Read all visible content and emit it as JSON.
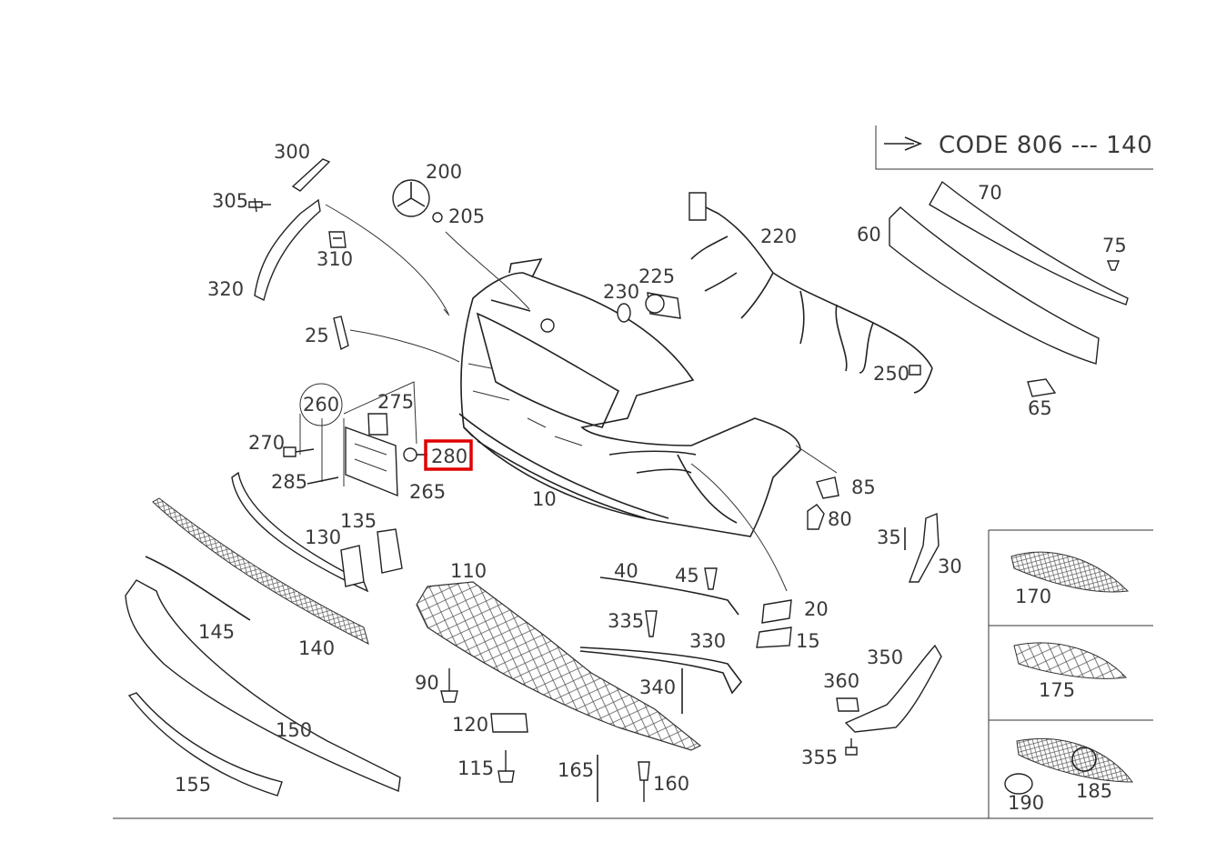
{
  "code_note": {
    "text": "CODE 806 --- 140"
  },
  "highlight": {
    "part": "280",
    "color": "#e00000"
  },
  "labels": {
    "p10": "10",
    "p15": "15",
    "p20": "20",
    "p25": "25",
    "p30": "30",
    "p35": "35",
    "p40": "40",
    "p45": "45",
    "p60": "60",
    "p65": "65",
    "p70": "70",
    "p75": "75",
    "p80": "80",
    "p85": "85",
    "p90": "90",
    "p110": "110",
    "p115": "115",
    "p120": "120",
    "p130": "130",
    "p135": "135",
    "p140": "140",
    "p145": "145",
    "p150": "150",
    "p155": "155",
    "p160": "160",
    "p165": "165",
    "p170": "170",
    "p175": "175",
    "p185": "185",
    "p190": "190",
    "p200": "200",
    "p205": "205",
    "p220": "220",
    "p225": "225",
    "p230": "230",
    "p250": "250",
    "p260": "260",
    "p265": "265",
    "p270": "270",
    "p275": "275",
    "p280": "280",
    "p285": "285",
    "p300": "300",
    "p305": "305",
    "p310": "310",
    "p320": "320",
    "p330": "330",
    "p335": "335",
    "p340": "340",
    "p350": "350",
    "p355": "355",
    "p360": "360"
  },
  "colors": {
    "line": "#222222",
    "label": "#3a3a3a",
    "background": "#ffffff"
  }
}
